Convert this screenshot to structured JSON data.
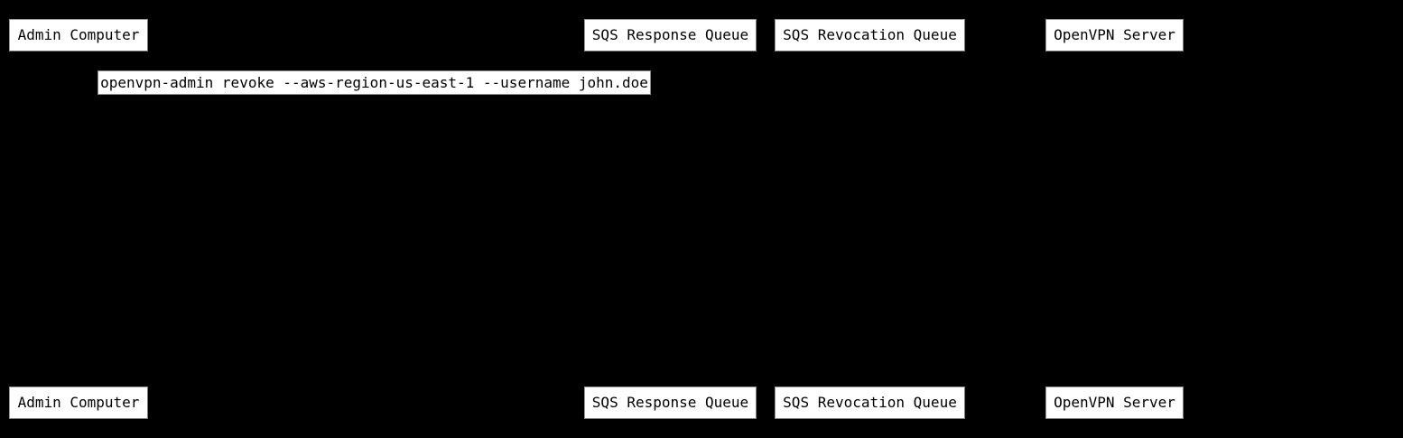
{
  "diagram": {
    "type": "sequence-diagram",
    "colors": {
      "background": "#000000",
      "box_fill": "#ffffff",
      "box_text": "#000000",
      "box_edge": "#7d7d7d"
    },
    "participants": [
      "Admin Computer",
      "SQS Response Queue",
      "SQS Revocation Queue",
      "OpenVPN Server"
    ],
    "messages": [
      "openvpn-admin revoke --aws-region-us-east-1 --username john.doe"
    ]
  }
}
